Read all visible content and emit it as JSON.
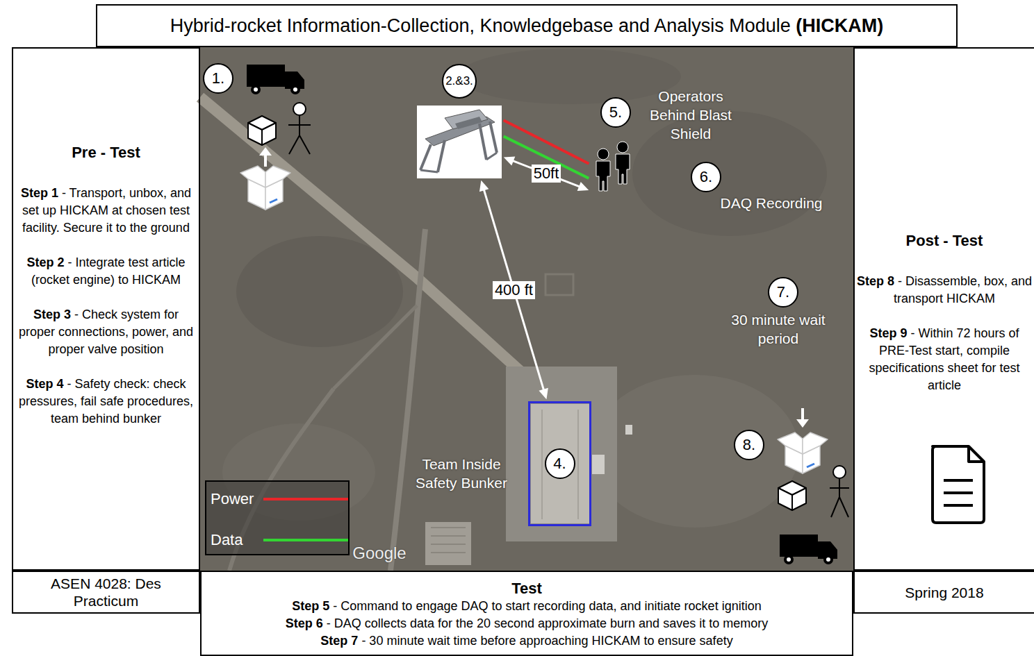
{
  "diagram": {
    "title": "Hybrid-rocket Information-Collection, Knowledgebase and Analysis Module (HICKAM)",
    "nodes": [
      {
        "text": [
          "Pre - Test",
          "Step 1 - Transport, unbox, and set up HICKAM at chosen test facility. Secure it to the ground",
          "Step 2 - Integrate test article (rocket engine) to HICKAM",
          "Step 3 - Check system for proper connections, power, and proper valve position",
          "Step 4 - Safety check: check pressures, fail safe procedures, team behind bunker"
        ]
      },
      {
        "text": [
          "2.&3."
        ]
      },
      {
        "text": [
          "Operators Behind Blast Shield"
        ]
      },
      {
        "text": [
          "4."
        ]
      },
      {
        "text": [
          "Post - Test",
          "Step 8 - Disassemble, box, and transport HICKAM",
          "Step 9 - Within 72 hours of PRE-Test start, compile specifications sheet for test article"
        ]
      },
      {
        "text": [
          "ASEN 4028: Des Practicum"
        ]
      },
      {
        "text": [
          "Test",
          "Step 5 - Command to engage DAQ to start recording data, and initiate rocket ignition",
          "Step 6 - DAQ collects data for the 20 second approximate burn and saves it to memory",
          "Step 7 - 30 minute wait time before approaching HICKAM to ensure safety"
        ]
      },
      {
        "text": [
          "Spring 2018"
        ]
      }
    ],
    "edges": [
      {
        "from": 1,
        "to": 2,
        "arrow": "none"
      },
      {
        "from": 1,
        "to": 2,
        "arrow": "none"
      },
      {
        "from": 1,
        "to": 2,
        "label": "50ft",
        "arrow": "both"
      },
      {
        "from": 1,
        "to": 3,
        "label": "400 ft",
        "arrow": "both"
      }
    ],
    "labels": [
      "1.",
      "5.",
      "6.",
      "DAQ Recording",
      "7.",
      "30 minute wait period",
      "8.",
      "Team Inside Safety Bunker",
      "Google"
    ],
    "legend": [
      {
        "text": "Power"
      },
      {
        "text": "Data"
      }
    ]
  }
}
